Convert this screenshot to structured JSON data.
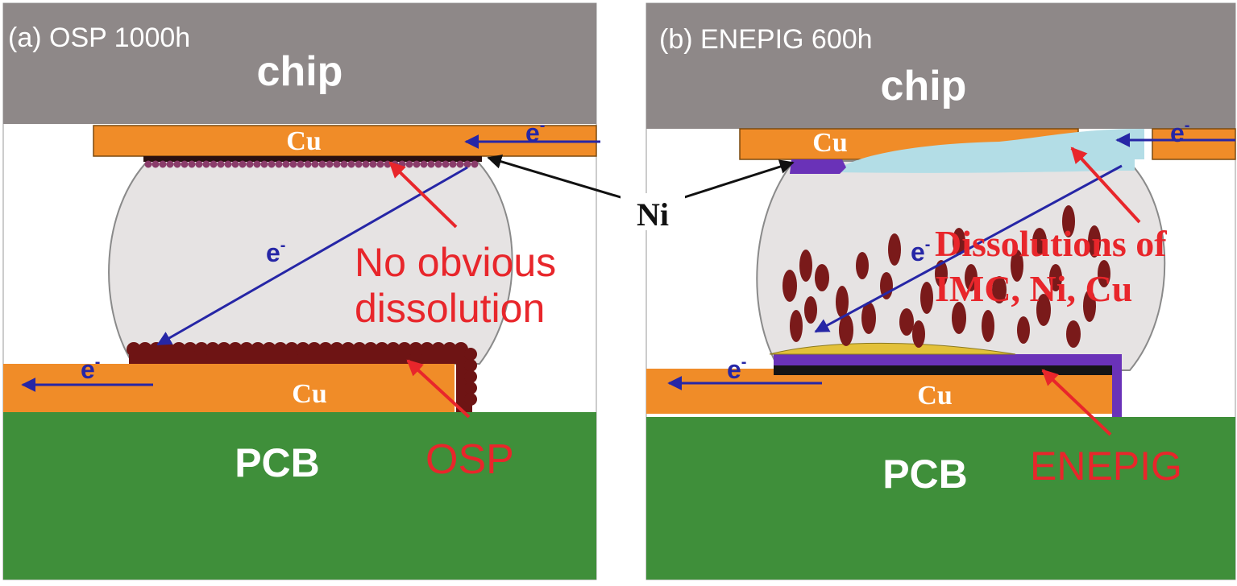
{
  "colors": {
    "chip": "#8e8888",
    "copper": "#f08c28",
    "pcb": "#3f8f3a",
    "solder": "#e6e3e3",
    "electron_arrow": "#2626a6",
    "label_red": "#e8262b",
    "osp_imc": "#6e1414",
    "enepig_layer": "#6a32b8",
    "dissolved_region": "#b3dde6",
    "imc_particle": "#7a1a1a"
  },
  "panel_a": {
    "title": "(a) OSP 1000h",
    "chip_label": "chip",
    "top_pad_label": "Cu",
    "bottom_pad_label": "Cu",
    "pcb_label": "PCB",
    "electron_top": "e",
    "electron_middle": "e",
    "electron_bottom": "e",
    "electron_superscript": "-",
    "annotation_line1": "No obvious",
    "annotation_line2": "dissolution",
    "finish_label": "OSP"
  },
  "shared": {
    "ni_label": "Ni"
  },
  "panel_b": {
    "title": "(b) ENEPIG 600h",
    "chip_label": "chip",
    "top_pad_label": "Cu",
    "bottom_pad_label": "Cu",
    "pcb_label": "PCB",
    "electron_top": "e",
    "electron_middle": "e",
    "electron_bottom": "e",
    "electron_superscript": "-",
    "annotation_line1": "Dissolutions of",
    "annotation_line2": "IMC, Ni, Cu",
    "finish_label": "ENEPIG"
  }
}
